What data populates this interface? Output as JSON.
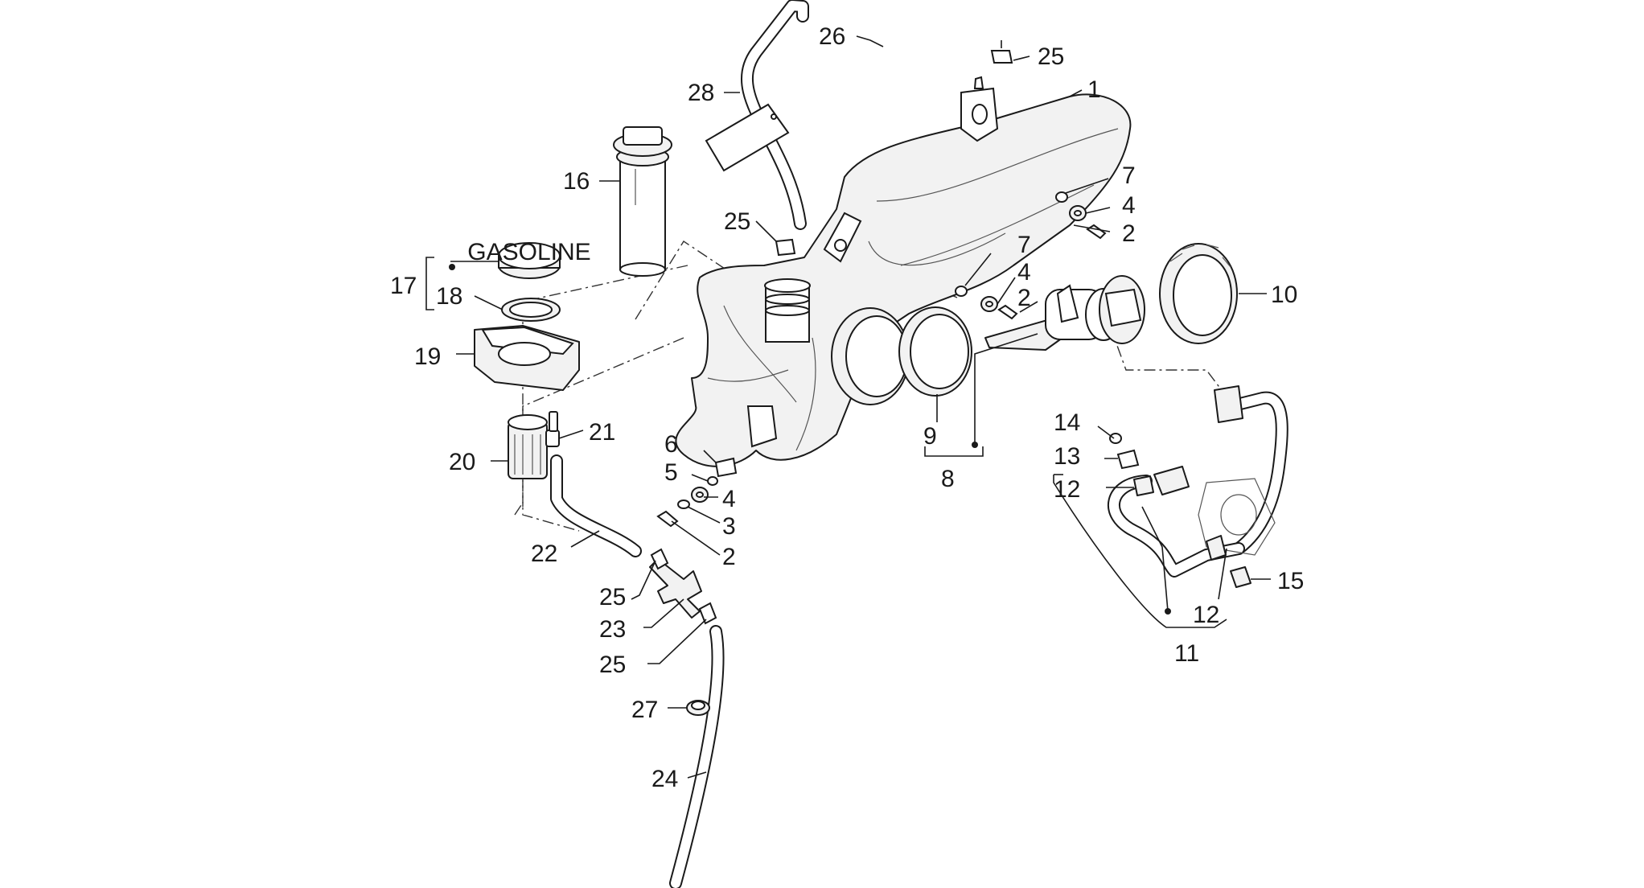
{
  "callouts": {
    "c1": "1",
    "c2a": "2",
    "c2b": "2",
    "c2c": "2",
    "c3": "3",
    "c4a": "4",
    "c4b": "4",
    "c4c": "4",
    "c5": "5",
    "c6": "6",
    "c7a": "7",
    "c7b": "7",
    "c8": "8",
    "c9": "9",
    "c10": "10",
    "c11": "11",
    "c12a": "12",
    "c12b": "12",
    "c13": "13",
    "c14": "14",
    "c15": "15",
    "c16": "16",
    "c17": "17",
    "c18": "18",
    "c19": "19",
    "c20": "20",
    "c21": "21",
    "c22": "22",
    "c23": "23",
    "c24": "24",
    "c25a": "25",
    "c25b": "25",
    "c25c": "25",
    "c25d": "25",
    "c26": "26",
    "c27": "27",
    "c28": "28"
  },
  "cap_text": "GASOLINE"
}
